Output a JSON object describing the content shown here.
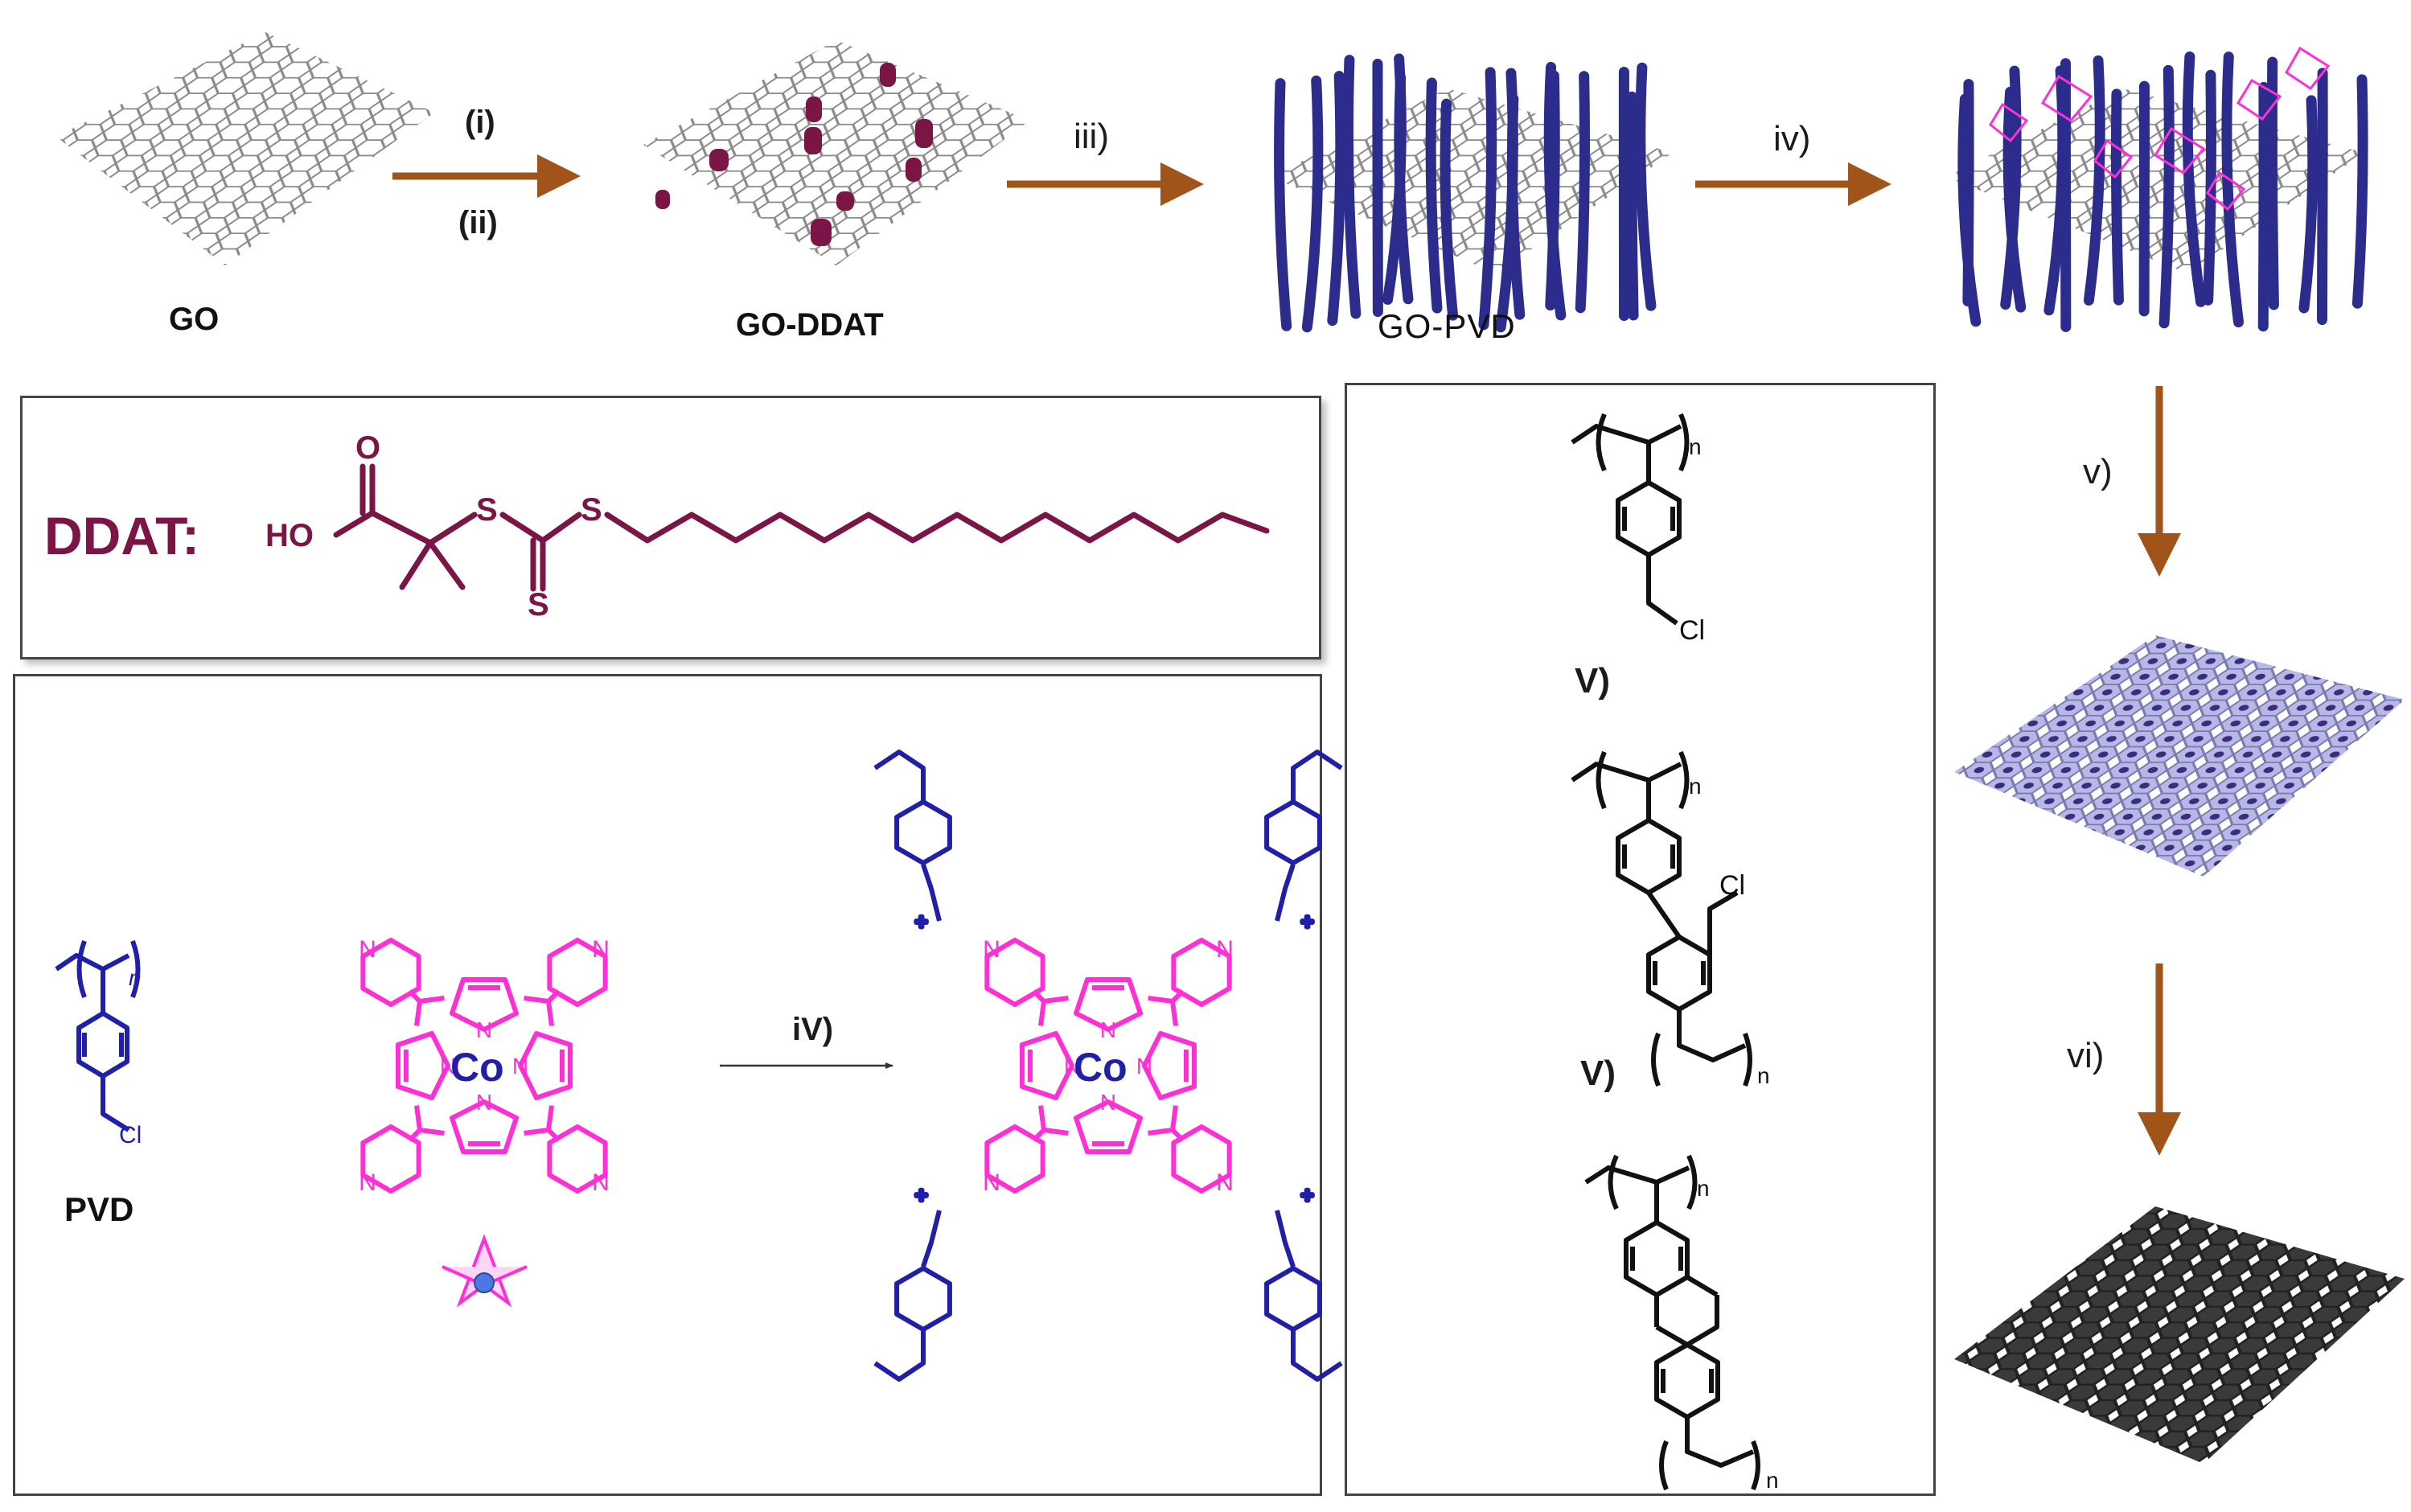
{
  "labels": {
    "go": "GO",
    "go_ddat": "GO-DDAT",
    "go_pvd": "GO-PVD",
    "ddat": "DDAT:",
    "pvd": "PVD"
  },
  "steps": {
    "i": "(i)",
    "ii": "(ii)",
    "iii": "iii)",
    "iv_top": "iv)",
    "v_right": "v)",
    "vi_right": "vi)",
    "iv_bottom": "iV)",
    "v_mid1": "V)",
    "v_mid2": "V)"
  },
  "chem": {
    "ho": "HO",
    "o": "O",
    "s": "S",
    "cl": "Cl",
    "n": "n",
    "co": "Co",
    "nitrogen": "N",
    "plus": "+"
  },
  "colors": {
    "arrow": "#a0541a",
    "ddat": "#7a1545",
    "pvd_blue": "#1f1fa8",
    "porphyrin": "#ff2fd6",
    "sheet_line": "#8a8a8a",
    "rod": "#2c2c8c"
  }
}
